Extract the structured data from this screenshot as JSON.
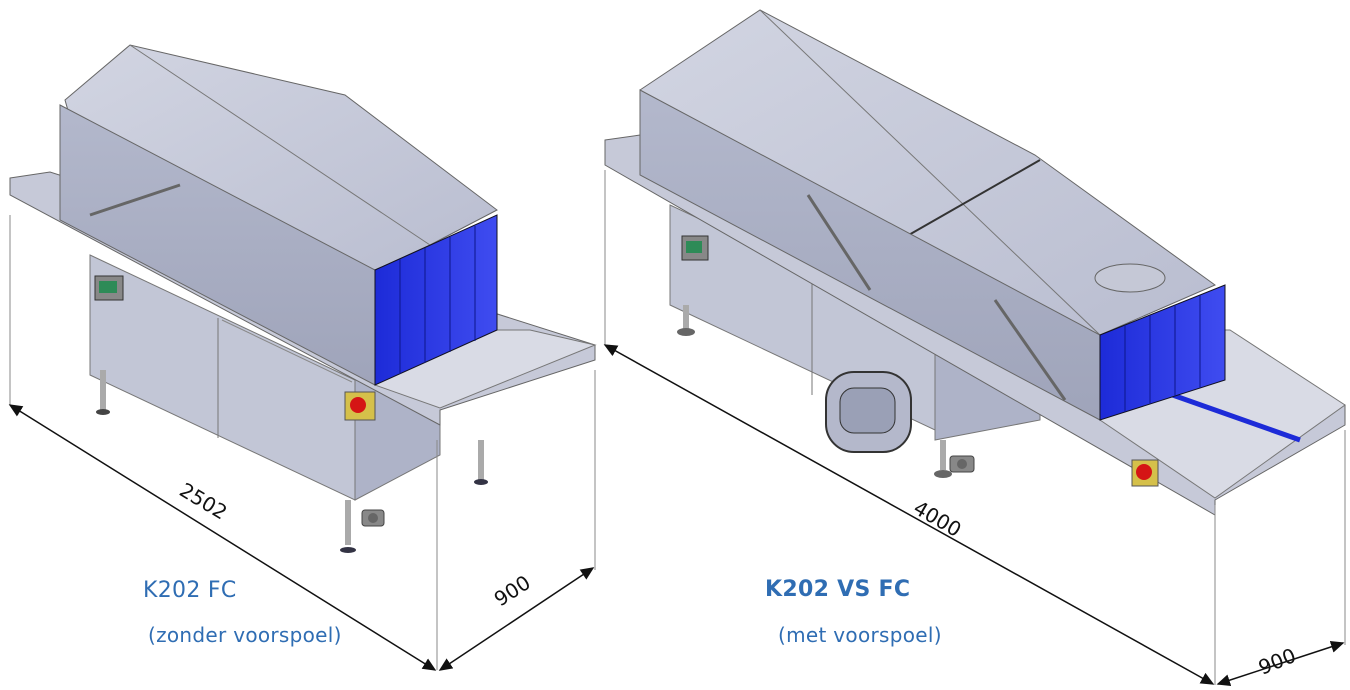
{
  "machines": [
    {
      "model": "K202 FC",
      "subtitle": "(zonder voorspoel)",
      "length": "2502",
      "width": "900"
    },
    {
      "model": "K202 VS FC",
      "subtitle": "(met voorspoel)",
      "length": "4000",
      "width": "900"
    }
  ],
  "colors": {
    "caption": "#2f6db3",
    "steel_top": "#c9ccd9",
    "steel_side": "#a9aec4",
    "steel_front": "#bfc3d4",
    "curtain": "#2a36e0"
  }
}
